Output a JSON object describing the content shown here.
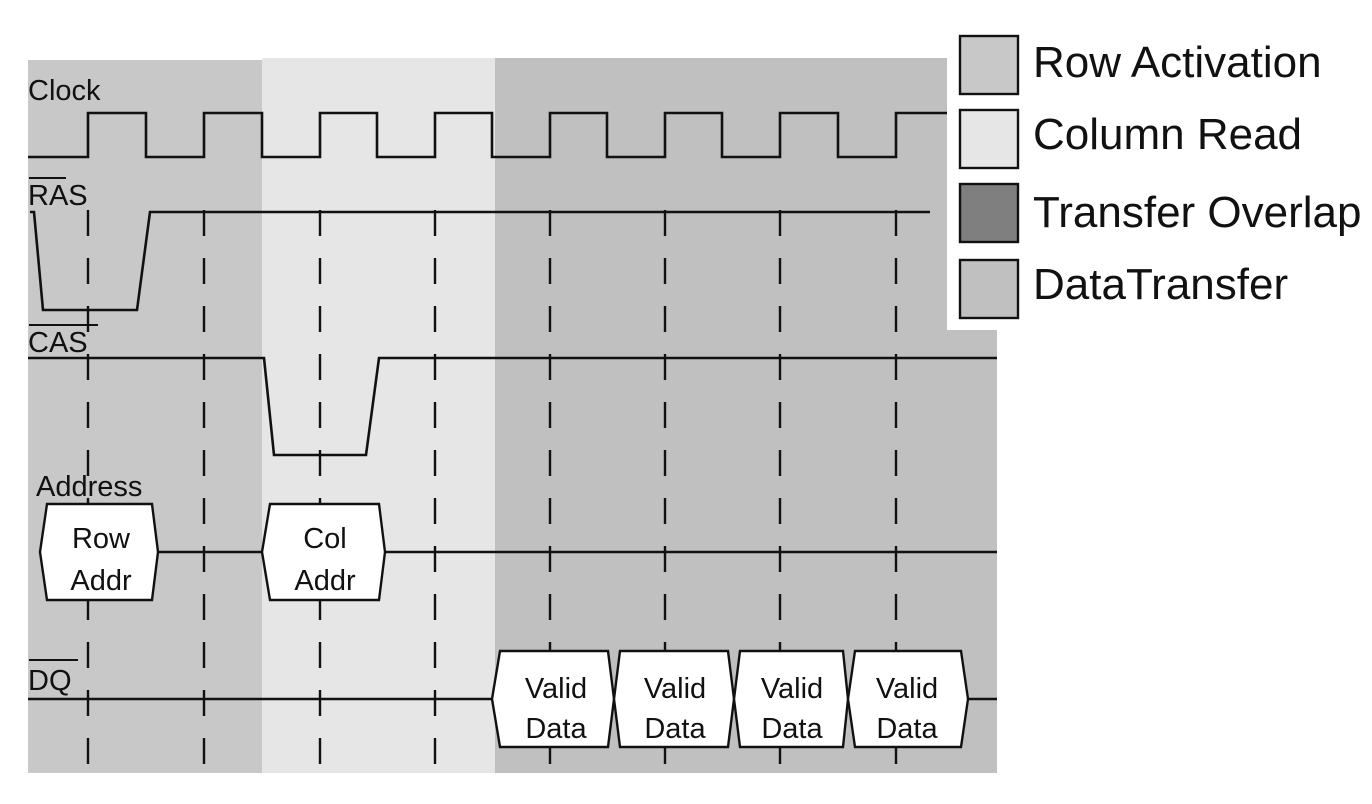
{
  "signals": {
    "clock": "Clock",
    "ras": "RAS",
    "cas": "CAS",
    "address": "Address",
    "dq": "DQ"
  },
  "address_boxes": [
    {
      "line1": "Row",
      "line2": "Addr"
    },
    {
      "line1": "Col",
      "line2": "Addr"
    }
  ],
  "data_boxes": [
    {
      "line1": "Valid",
      "line2": "Data"
    },
    {
      "line1": "Valid",
      "line2": "Data"
    },
    {
      "line1": "Valid",
      "line2": "Data"
    },
    {
      "line1": "Valid",
      "line2": "Data"
    }
  ],
  "legend": [
    {
      "label": "Row Activation",
      "color": "#c8c8c8"
    },
    {
      "label": "Column Read",
      "color": "#e6e6e6"
    },
    {
      "label": "Transfer Overlap",
      "color": "#7f7f7f"
    },
    {
      "label": "DataTransfer",
      "color": "#c0c0c0"
    }
  ],
  "phase_colors": {
    "row_activation": "#c8c8c8",
    "column_read": "#e6e6e6",
    "data_transfer": "#c0c0c0"
  }
}
